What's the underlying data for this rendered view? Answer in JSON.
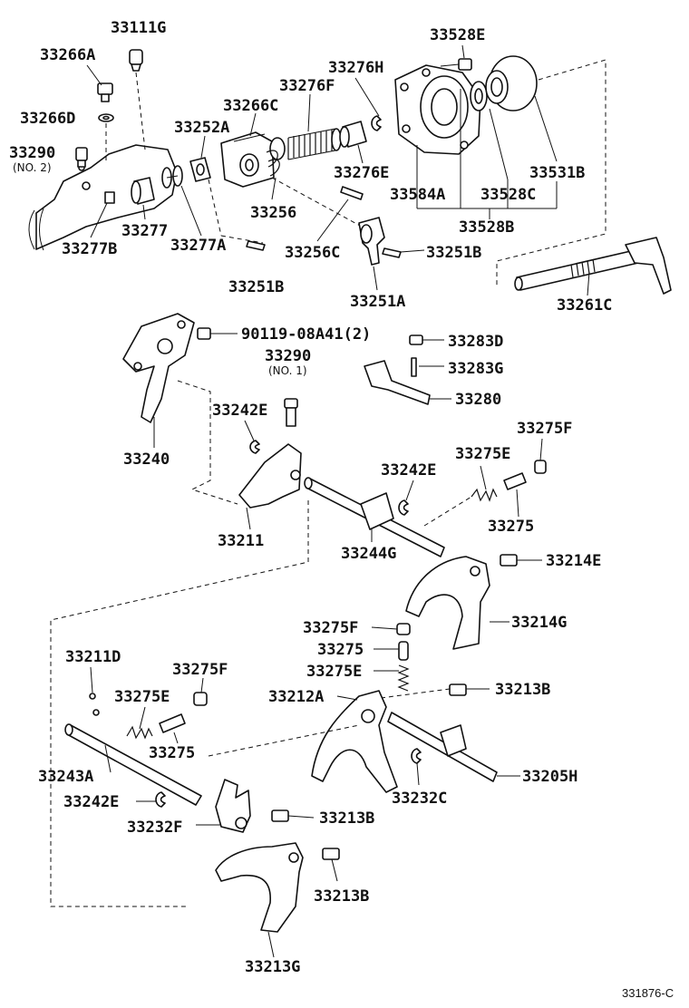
{
  "diagram": {
    "ref_code": "331876-C",
    "labels": {
      "l33111G": "33111G",
      "l33266A": "33266A",
      "l33266D": "33266D",
      "l33290_2": "33290",
      "l33290_2_note": "(NO. 2)",
      "l33252A": "33252A",
      "l33266C": "33266C",
      "l33276F": "33276F",
      "l33276H": "33276H",
      "l33528E": "33528E",
      "l33277": "33277",
      "l33277B": "33277B",
      "l33277A": "33277A",
      "l33256": "33256",
      "l33276E": "33276E",
      "l33256C": "33256C",
      "l33251B_a": "33251B",
      "l33251B_b": "33251B",
      "l33251A": "33251A",
      "l33584A": "33584A",
      "l33528C": "33528C",
      "l33531B": "33531B",
      "l33528B": "33528B",
      "l33261C": "33261C",
      "l90119": "90119-08A41(2)",
      "l33283D": "33283D",
      "l33283G": "33283G",
      "l33280": "33280",
      "l33290_1": "33290",
      "l33290_1_note": "(NO. 1)",
      "l33242E_a": "33242E",
      "l33240": "33240",
      "l33275F_a": "33275F",
      "l33275E_a": "33275E",
      "l33242E_b": "33242E",
      "l33275_a": "33275",
      "l33211": "33211",
      "l33244G": "33244G",
      "l33214E": "33214E",
      "l33214G": "33214G",
      "l33275F_b": "33275F",
      "l33275_b": "33275",
      "l33275E_b": "33275E",
      "l33212A": "33212A",
      "l33213B_a": "33213B",
      "l33211D": "33211D",
      "l33275F_c": "33275F",
      "l33275E_c": "33275E",
      "l33275_c": "33275",
      "l33205H": "33205H",
      "l33232C": "33232C",
      "l33243A": "33243A",
      "l33242E_c": "33242E",
      "l33232F": "33232F",
      "l33213B_b": "33213B",
      "l33213B_c": "33213B",
      "l33213G": "33213G"
    }
  }
}
